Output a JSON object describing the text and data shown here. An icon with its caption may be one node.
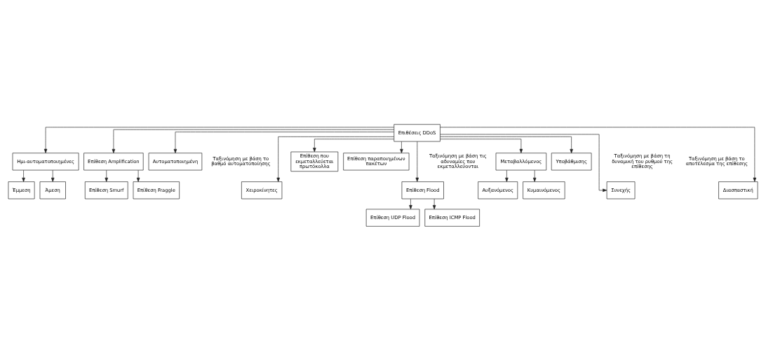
{
  "diagram": {
    "nodes": [
      {
        "text": [
          "Επιθέσεις DDoS"
        ]
      },
      {
        "text": [
          "Χειροκίνητες"
        ]
      },
      {
        "text": [
          "Ημι-αυτοματοποιημένες"
        ]
      },
      {
        "text": [
          "Άμεση"
        ]
      },
      {
        "text": [
          "Έμμεση"
        ]
      },
      {
        "text": [
          "Αυτοματοποιημένη"
        ]
      },
      {
        "text": [
          "Επίθεση Flood"
        ]
      },
      {
        "text": [
          "Επίθεση UDP Flood"
        ]
      },
      {
        "text": [
          "Επίθεση ICMP Flood"
        ]
      },
      {
        "text": [
          "Επίθεση Amplification"
        ]
      },
      {
        "text": [
          "Επίθεση Smurf"
        ]
      },
      {
        "text": [
          "Επίθεση Fraggle"
        ]
      },
      {
        "text": [
          "Επίθεση που εκμεταλλεύεται πρωτόκολλα"
        ]
      },
      {
        "text": [
          "Επίθεση παραποιημένων πακέτων"
        ]
      },
      {
        "text": [
          "Συνεχής"
        ]
      },
      {
        "text": [
          "Μεταβαλλόμενος"
        ]
      },
      {
        "text": [
          "Κυμαινόμενος"
        ]
      },
      {
        "text": [
          "Αυξανόμενος"
        ]
      },
      {
        "text": [
          "Διασπαστική"
        ]
      },
      {
        "text": [
          "Υποβάθμισης"
        ]
      }
    ],
    "edges": [
      {
        "from": 0,
        "to": 1,
        "arrow": "to"
      },
      {
        "from": 0,
        "to": 2,
        "arrow": "to"
      },
      {
        "from": 2,
        "to": 3,
        "arrow": "to"
      },
      {
        "from": 2,
        "to": 4,
        "arrow": "to"
      },
      {
        "from": 0,
        "to": 5,
        "arrow": "to"
      },
      {
        "from": 0,
        "to": 6,
        "arrow": "to"
      },
      {
        "from": 6,
        "to": 7,
        "arrow": "to"
      },
      {
        "from": 6,
        "to": 8,
        "arrow": "to"
      },
      {
        "from": 0,
        "to": 9,
        "arrow": "to"
      },
      {
        "from": 9,
        "to": 10,
        "arrow": "to"
      },
      {
        "from": 9,
        "to": 11,
        "arrow": "to"
      },
      {
        "from": 0,
        "to": 12,
        "arrow": "to"
      },
      {
        "from": 0,
        "to": 13,
        "arrow": "to"
      },
      {
        "from": 0,
        "to": 14,
        "arrow": "to"
      },
      {
        "from": 0,
        "to": 15,
        "arrow": "to"
      },
      {
        "from": 15,
        "to": 16,
        "arrow": "to"
      },
      {
        "from": 15,
        "to": 17,
        "arrow": "to"
      },
      {
        "from": 0,
        "to": 18,
        "arrow": "to"
      },
      {
        "from": 0,
        "to": 19,
        "arrow": "to"
      }
    ],
    "labels": [
      "Ταξινόμηση με βάση το βαθμό αυτοματοποίησης",
      "Ταξινόμηση με βάση τις αδυναμίες που εκμεταλλεύονται",
      "Ταξινόμηση με βάση τη δυναμική του ρυθμού της επίθεσης",
      "Ταξινόμηση με βάση το αποτέλεσμα της επίθεσης"
    ]
  }
}
